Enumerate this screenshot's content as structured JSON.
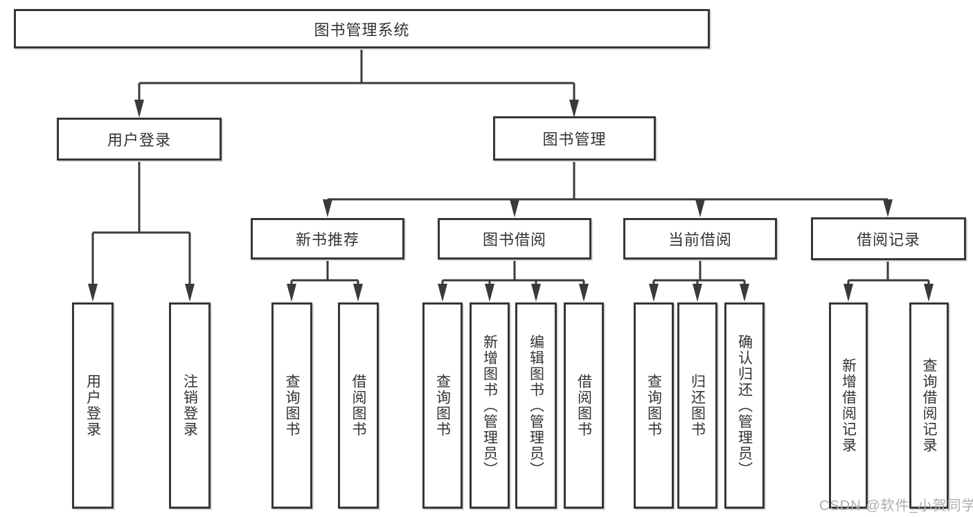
{
  "tree": {
    "label": "图书管理系统",
    "children": [
      {
        "label": "用户登录",
        "children": [
          {
            "label": "用户登录"
          },
          {
            "label": "注销登录"
          }
        ]
      },
      {
        "label": "图书管理",
        "children": [
          {
            "label": "新书推荐",
            "children": [
              {
                "label": "查询图书"
              },
              {
                "label": "借阅图书"
              }
            ]
          },
          {
            "label": "图书借阅",
            "children": [
              {
                "label": "查询图书"
              },
              {
                "label": "新增图书（管理员）"
              },
              {
                "label": "编辑图书（管理员）"
              },
              {
                "label": "借阅图书"
              }
            ]
          },
          {
            "label": "当前借阅",
            "children": [
              {
                "label": "查询图书"
              },
              {
                "label": "归还图书"
              },
              {
                "label": "确认归还（管理员）"
              }
            ]
          },
          {
            "label": "借阅记录",
            "children": [
              {
                "label": "新增借阅记录"
              },
              {
                "label": "查询借阅记录"
              }
            ]
          }
        ]
      }
    ]
  },
  "watermark": {
    "text": "CSDN @软件_小贺同学"
  },
  "colors": {
    "line": "#3a3a3a",
    "node_border": "#363636",
    "node_text": "#333333",
    "background": "#ffffff",
    "watermark": "#aeaeae"
  }
}
